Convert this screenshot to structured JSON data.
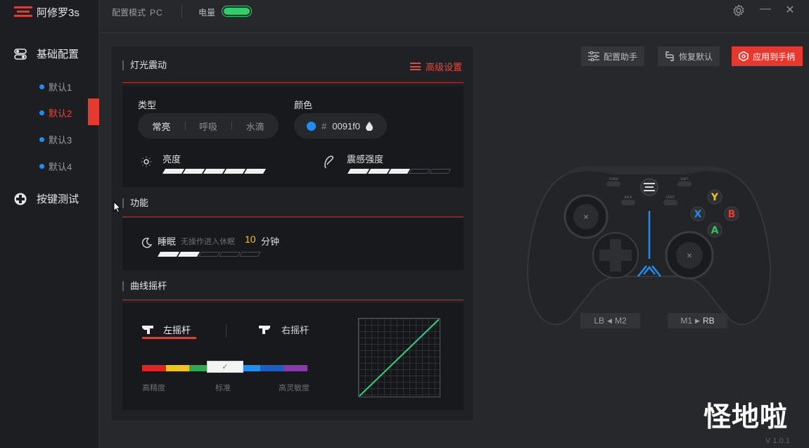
{
  "app": {
    "title": "阿修罗3s",
    "version": "V 1.0.1"
  },
  "sidebar": {
    "sections": [
      {
        "label": "基础配置",
        "icon": "toggle-icon"
      },
      {
        "label": "按键测试",
        "icon": "dpad-cross-icon"
      }
    ],
    "profiles": [
      {
        "label": "默认1",
        "active": false
      },
      {
        "label": "默认2",
        "active": true
      },
      {
        "label": "默认3",
        "active": false
      },
      {
        "label": "默认4",
        "active": false
      }
    ]
  },
  "topbar": {
    "mode_label": "配置模式",
    "mode_value": "PC",
    "battery_label": "电量",
    "battery_level": 1.0,
    "battery_color": "#2ecf6a"
  },
  "light_vibration": {
    "title": "灯光震动",
    "advanced_label": "高级设置",
    "type_label": "类型",
    "type_options": [
      "常亮",
      "呼吸",
      "水滴"
    ],
    "type_selected": "常亮",
    "color_label": "颜色",
    "color_hash": "#",
    "color_value": "0091f0",
    "color_swatch": "#1f8ef0",
    "brightness_label": "亮度",
    "brightness_level": 5,
    "brightness_max": 5,
    "vibration_label": "震感强度",
    "vibration_level": 3,
    "vibration_max": 5
  },
  "function": {
    "title": "功能",
    "sleep_label": "睡眠",
    "sleep_hint": "无操作进入休眠",
    "sleep_value": "10",
    "sleep_unit": "分钟",
    "sleep_level": 2,
    "sleep_max": 5
  },
  "curve": {
    "title": "曲线摇杆",
    "tabs": [
      "左摇杆",
      "右摇杆"
    ],
    "active_tab": "左摇杆",
    "scale_left": "高精度",
    "scale_mid": "标准",
    "scale_right": "高灵敏度",
    "spectrum_colors": [
      "#e02424",
      "#f0c419",
      "#33a852",
      "#ffffff",
      "#1f8ef0",
      "#1a5fc0",
      "#8a3aa8"
    ],
    "curve_color": "#2ecf8a"
  },
  "actions": {
    "assistant": "配置助手",
    "restore": "恢复默认",
    "apply": "应用到手柄"
  },
  "controller": {
    "lb_label": "LB",
    "m2_label": "M2",
    "m1_label": "M1",
    "rb_label": "RB",
    "btn_y": "Y",
    "btn_x": "X",
    "btn_b": "B",
    "btn_a": "A",
    "turbo": "TURBO",
    "shift": "SHIFT",
    "back": "BACK",
    "start": "START"
  },
  "watermark": "怪地啦"
}
